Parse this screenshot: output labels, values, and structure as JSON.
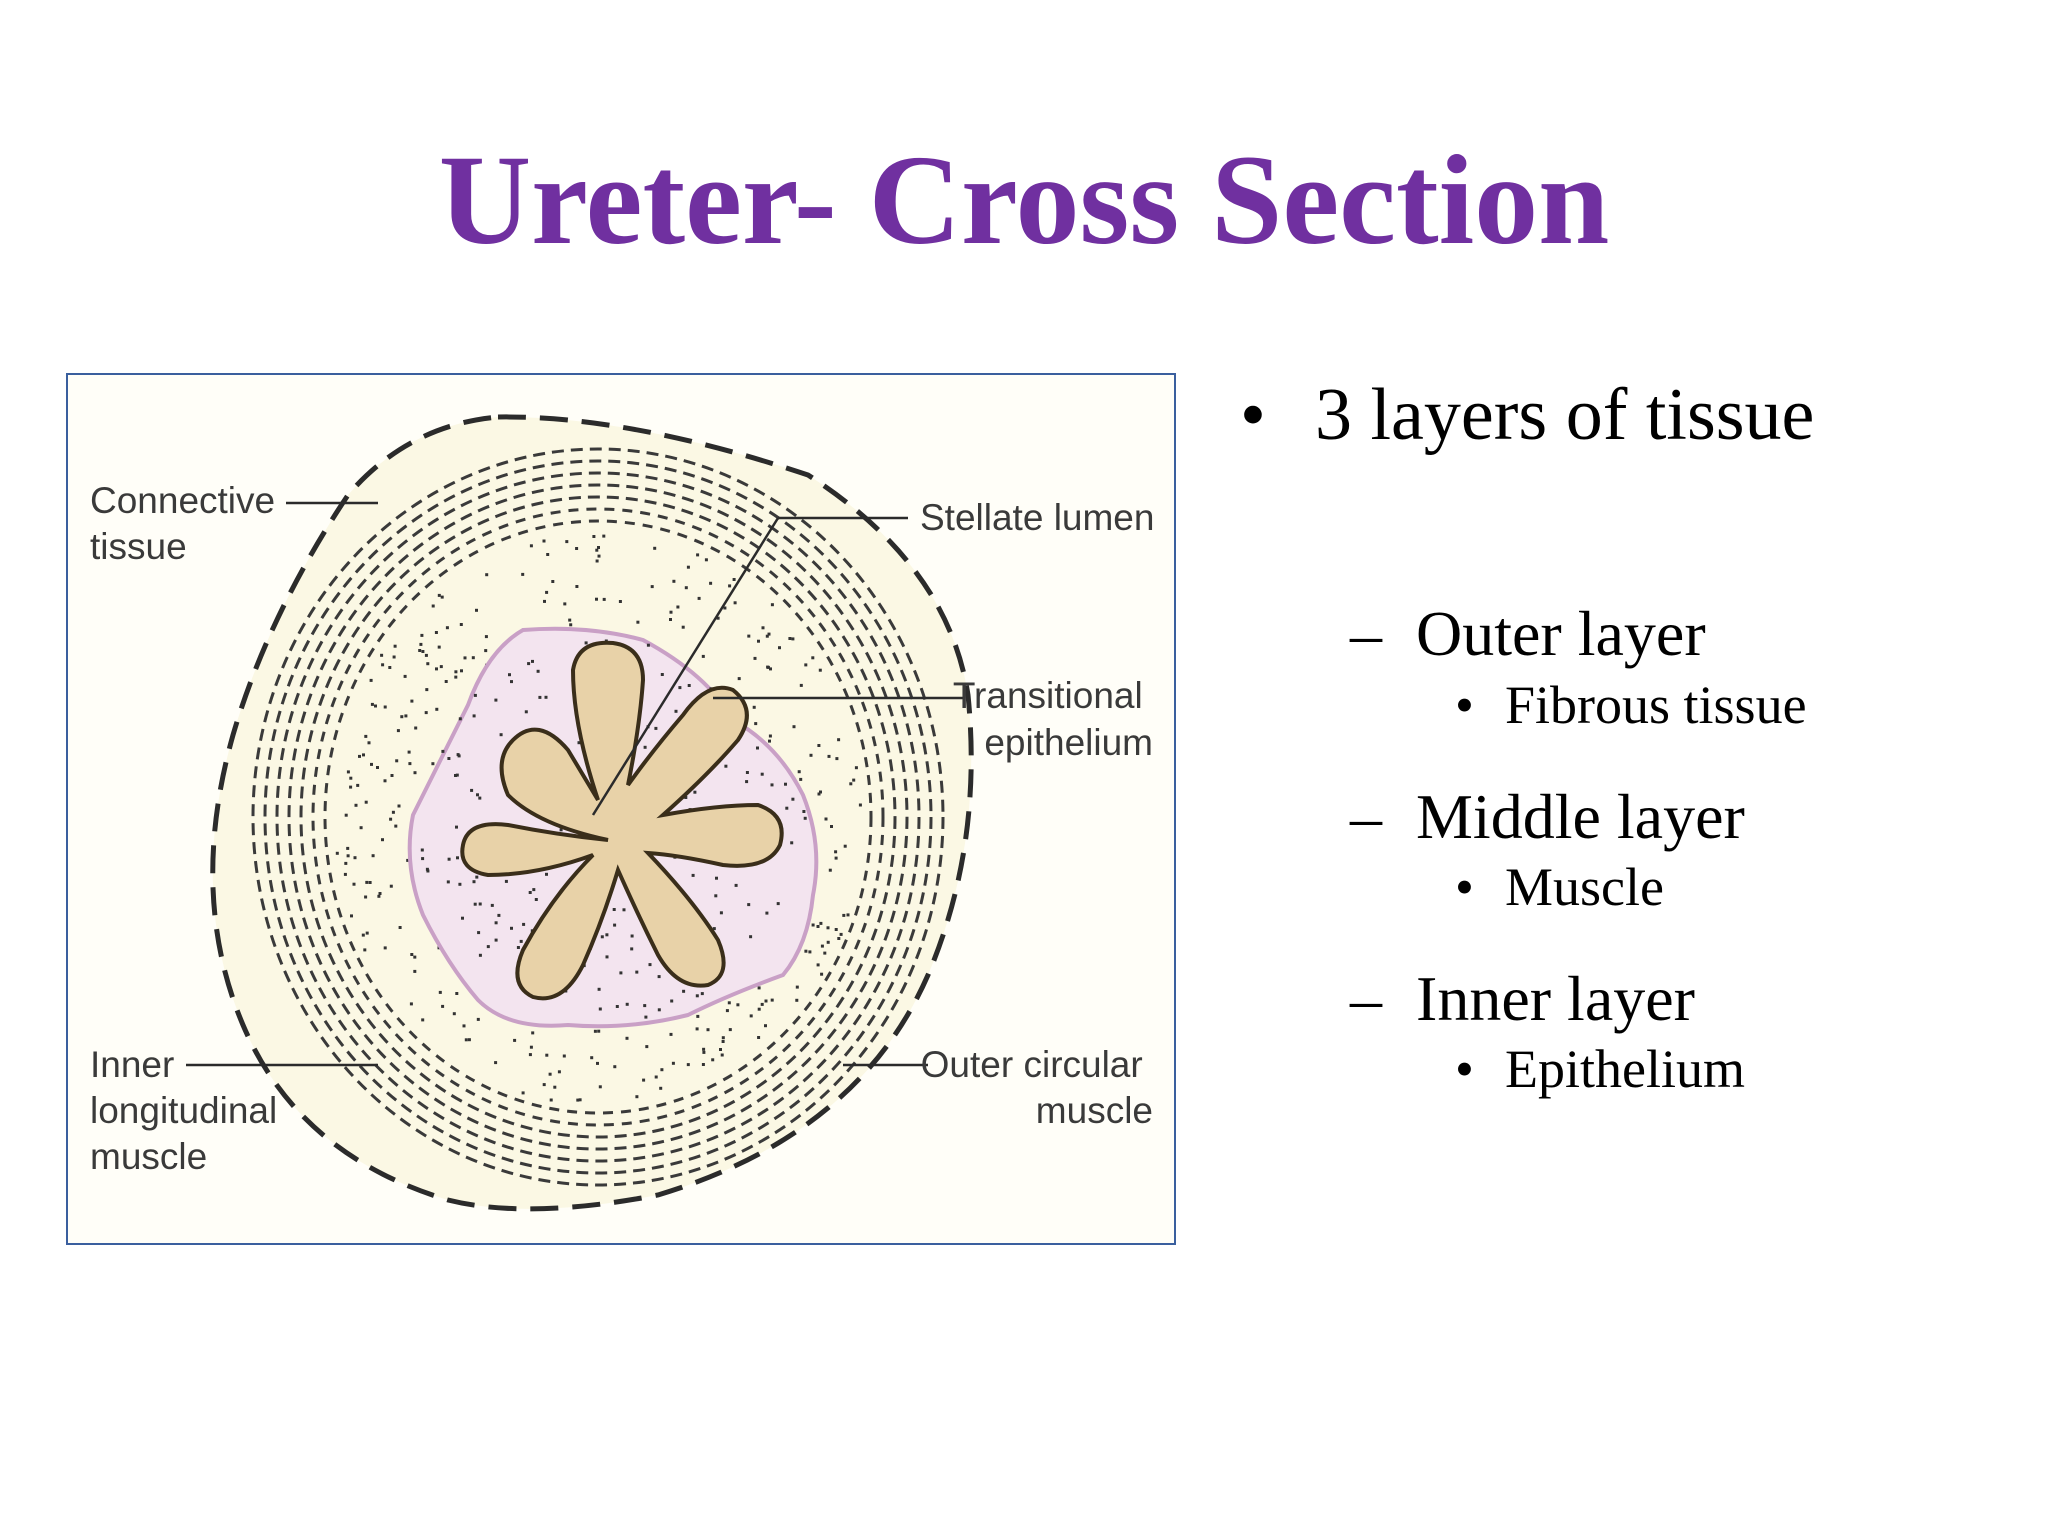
{
  "title": "Ureter- Cross Section",
  "colors": {
    "title": "#7030a0",
    "frame_border": "#3a5f9e",
    "tissue_fill": "#fbf8e4",
    "epithelium_fill": "#f3e4ef",
    "lumen_fill": "#e8d2a8"
  },
  "diagram": {
    "labels": {
      "connective_tissue": [
        "Connective",
        "tissue"
      ],
      "stellate_lumen": [
        "Stellate lumen"
      ],
      "transitional_epithelium": [
        "Transitional",
        "epithelium"
      ],
      "inner_longitudinal_muscle": [
        "Inner",
        "longitudinal",
        "muscle"
      ],
      "outer_circular_muscle": [
        "Outer circular",
        "muscle"
      ]
    }
  },
  "bullets": {
    "top": {
      "marker": "•",
      "text": "3 layers of tissue"
    },
    "layers": [
      {
        "marker": "–",
        "text": "Outer layer",
        "sub": {
          "marker": "•",
          "text": "Fibrous tissue"
        }
      },
      {
        "marker": "–",
        "text": "Middle layer",
        "sub": {
          "marker": "•",
          "text": "Muscle"
        }
      },
      {
        "marker": "–",
        "text": "Inner layer",
        "sub": {
          "marker": "•",
          "text": "Epithelium"
        }
      }
    ]
  }
}
